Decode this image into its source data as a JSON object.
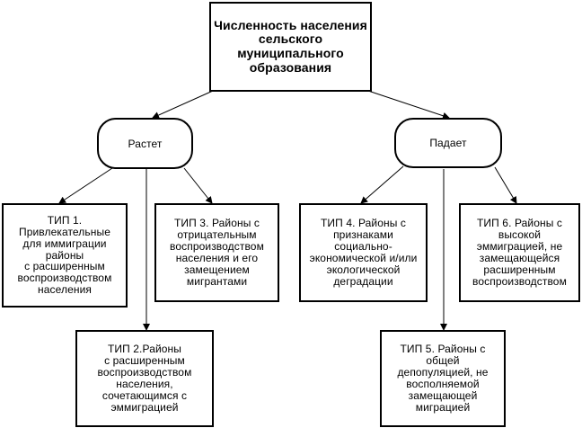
{
  "root": {
    "title": "Численность населения\nсельского\nмуниципального\nобразования"
  },
  "branches": {
    "growing": {
      "label": "Растет",
      "types": {
        "type1": {
          "text": "ТИП 1.\nПривлекательные\nдля иммиграции\nрайоны\nс расширенным\nвоспроизводством\nнаселения"
        },
        "type2": {
          "text": "ТИП 2.Районы\nс расширенным\nвоспроизводством\nнаселения,\nсочетающимся с\nэммиграцией"
        },
        "type3": {
          "text": "ТИП 3. Районы с\nотрицательным\nвоспроизводством\nнаселения и его\nзамещением\nмигрантами"
        }
      }
    },
    "falling": {
      "label": "Падает",
      "types": {
        "type4": {
          "text": "ТИП 4. Районы с\nпризнаками\nсоциально-\nэкономической и/или\nэкологической\nдеградации"
        },
        "type5": {
          "text": "ТИП 5. Районы с\nобщей\nдепопуляцией, не\nвосполняемой\nзамещающей\nмиграцией"
        },
        "type6": {
          "text": "ТИП 6. Районы с\nвысокой\nэммиграцией, не\nзамещающейся\nрасширенным\nвоспроизводством"
        }
      }
    }
  }
}
